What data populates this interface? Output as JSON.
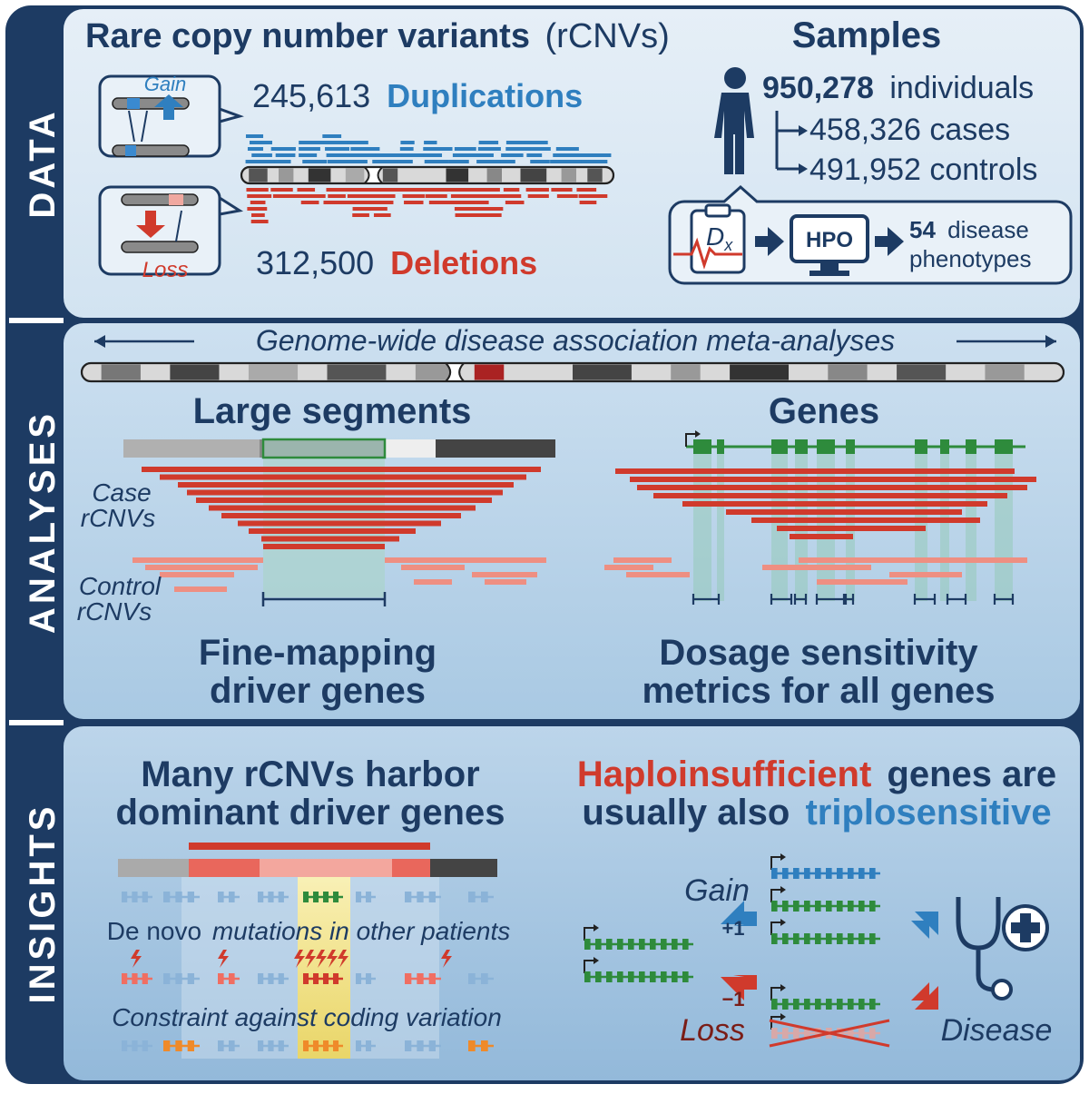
{
  "sections": {
    "data_label": "DATA",
    "analyses_label": "ANALYSES",
    "insights_label": "INSIGHTS"
  },
  "data_panel": {
    "title_main": "Rare copy number variants",
    "title_abbrev": "(rCNVs)",
    "gain_label": "Gain",
    "loss_label": "Loss",
    "dup_count": "245,613",
    "dup_word": "Duplications",
    "del_count": "312,500",
    "del_word": "Deletions",
    "samples_title": "Samples",
    "individuals_count": "950,278",
    "individuals_word": "individuals",
    "cases": "458,326 cases",
    "controls": "491,952 controls",
    "dx_label": "D",
    "dx_sub": "x",
    "hpo_label": "HPO",
    "phenotype_count": "54",
    "phenotype_line1": "disease",
    "phenotype_line2": "phenotypes"
  },
  "analyses_panel": {
    "banner": "Genome-wide disease association meta-analyses",
    "left_title": "Large segments",
    "right_title": "Genes",
    "case_line1": "Case",
    "case_line2": "rCNVs",
    "control_line1": "Control",
    "control_line2": "rCNVs",
    "left_caption_1": "Fine-mapping",
    "left_caption_2": "driver genes",
    "right_caption_1": "Dosage sensitivity",
    "right_caption_2": "metrics for all genes"
  },
  "insights_panel": {
    "left_title_1": "Many rCNVs harbor",
    "left_title_2": "dominant driver genes",
    "denovo_a": "De novo",
    "denovo_b": "mutations in other patients",
    "constraint": "Constraint against coding variation",
    "right_title_red": "Haploinsufficient",
    "right_title_rest": "genes are",
    "right_title_2a": "usually also",
    "right_title_2b": "triplosensitive",
    "gain_label": "Gain",
    "plus_label": "+1",
    "minus_label": "−1",
    "loss_label": "Loss",
    "disease_label": "Disease"
  },
  "colors": {
    "navy": "#1d3b63",
    "blue": "#2f7fbf",
    "red": "#d03a2c",
    "salmon": "#ee8f82",
    "green": "#2e8b3c",
    "orange": "#ef8a2a",
    "panel_bg": "#d6e6f2"
  }
}
